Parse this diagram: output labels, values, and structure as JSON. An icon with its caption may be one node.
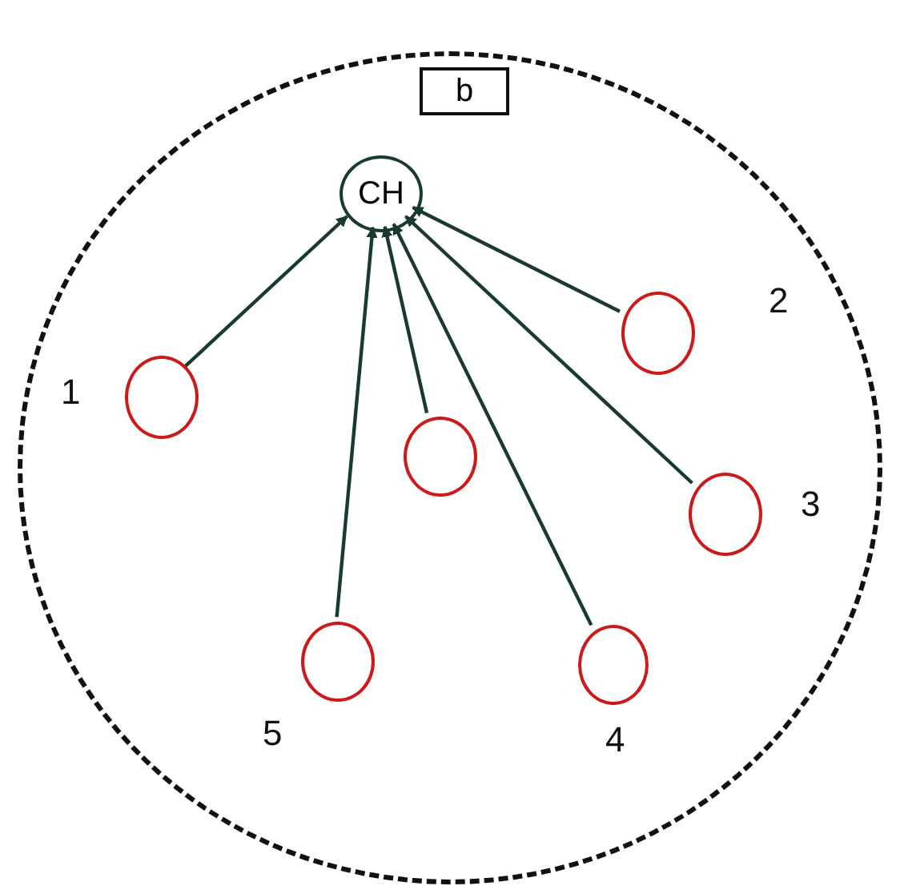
{
  "diagram": {
    "nodes": [
      {
        "text": [],
        "shape": "circle"
      },
      {
        "text": [
          "b"
        ],
        "in": 0
      },
      {
        "text": [
          "CH"
        ],
        "in": 0
      },
      {
        "text": [],
        "shape": "circle",
        "in": 0,
        "beside": [
          "2"
        ]
      },
      {
        "text": [],
        "shape": "circle",
        "in": 0,
        "beside": [
          "1"
        ]
      },
      {
        "text": [],
        "shape": "circle",
        "in": 0
      },
      {
        "text": [],
        "shape": "circle",
        "in": 0,
        "beside": [
          "3"
        ]
      },
      {
        "text": [],
        "shape": "circle",
        "in": 0,
        "beside": [
          "5"
        ]
      },
      {
        "text": [],
        "shape": "circle",
        "in": 0,
        "beside": [
          "4"
        ]
      }
    ],
    "edges": [
      {
        "from": 4,
        "to": 2,
        "arrow": "to"
      },
      {
        "from": 7,
        "to": 2,
        "arrow": "to"
      },
      {
        "from": 5,
        "to": 2,
        "arrow": "to"
      },
      {
        "from": 8,
        "to": 2,
        "arrow": "to"
      },
      {
        "from": 6,
        "to": 2,
        "arrow": "to"
      },
      {
        "from": 3,
        "to": 2,
        "arrow": "to"
      }
    ]
  }
}
